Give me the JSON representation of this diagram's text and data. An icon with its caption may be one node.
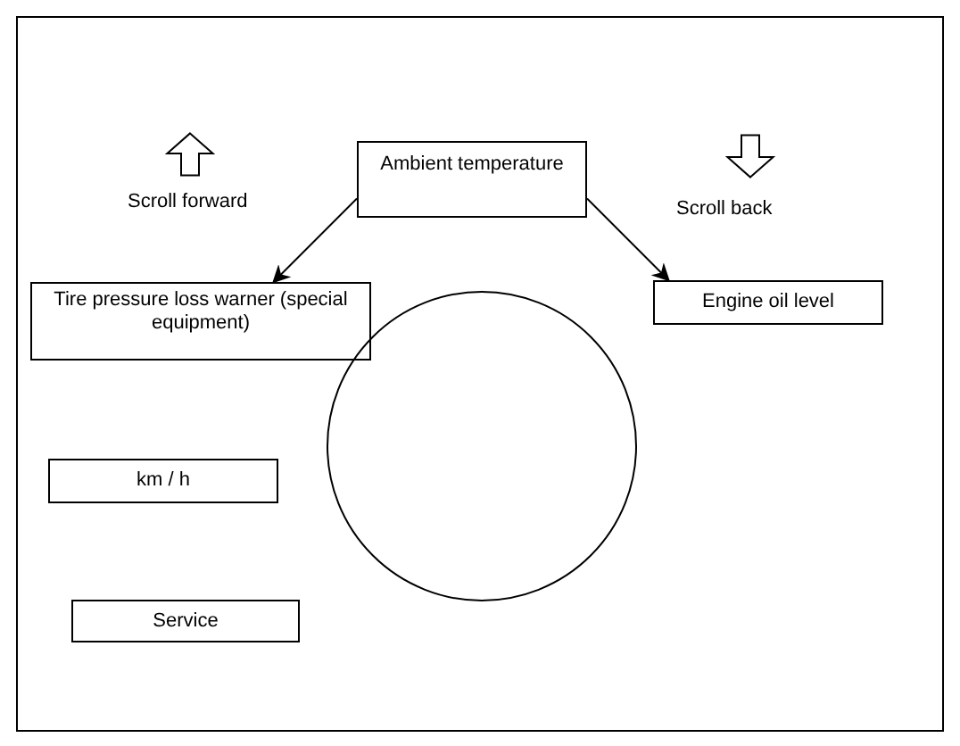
{
  "diagram": {
    "nodes": [
      {
        "text": [
          "Ambient temperature"
        ]
      },
      {
        "text": [
          "Tire pressure loss warner (special equipment)"
        ]
      },
      {
        "text": [
          "Engine oil level"
        ]
      },
      {
        "text": [],
        "shape": "circle"
      },
      {
        "text": [
          "km / h"
        ]
      },
      {
        "text": [
          "Service"
        ]
      }
    ],
    "edges": [
      {
        "from": 0,
        "to": 1,
        "arrow": "to"
      },
      {
        "from": 0,
        "to": 2,
        "arrow": "to"
      }
    ],
    "labels": [
      "Scroll forward",
      "Scroll back"
    ]
  }
}
